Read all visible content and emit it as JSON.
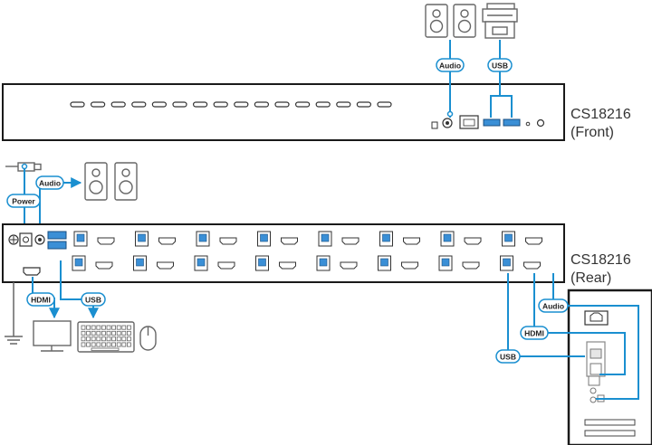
{
  "devices": {
    "front": {
      "model": "CS18216",
      "view": "(Front)"
    },
    "rear": {
      "model": "CS18216",
      "view": "(Rear)"
    }
  },
  "labels": {
    "front_audio": "Audio",
    "front_usb": "USB",
    "power": "Power",
    "rear_audio": "Audio",
    "console_hdmi": "HDMI",
    "console_usb": "USB",
    "pc_audio": "Audio",
    "pc_hdmi": "HDMI",
    "pc_usb": "USB"
  },
  "colors": {
    "cable": "#1a8fd0",
    "outline": "#1a1a1a",
    "gray": "#555555",
    "light_gray": "#bdbdbd"
  },
  "icons": [
    "speakers-icon",
    "printer-icon",
    "power-plug-icon",
    "monitor-icon",
    "keyboard-icon",
    "mouse-icon",
    "computer-tower-icon"
  ]
}
